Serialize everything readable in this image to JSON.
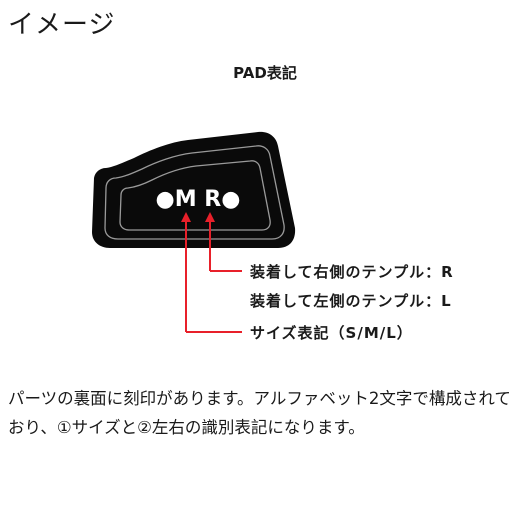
{
  "heading": "イメージ",
  "diagram": {
    "title": "PAD表記",
    "pad_text": "●M R●",
    "callouts": {
      "right": "装着して右側のテンプル：R",
      "left": "装着して左側のテンプル：L",
      "size": "サイズ表記（S/M/L）"
    },
    "colors": {
      "leader": "#e8202a",
      "pad_fill": "#0a0a0a",
      "pad_outline": "#9a9a9a"
    }
  },
  "description": "パーツの裏面に刻印があります。アルファベット2文字で構成されており、①サイズと②左右の識別表記になります。"
}
